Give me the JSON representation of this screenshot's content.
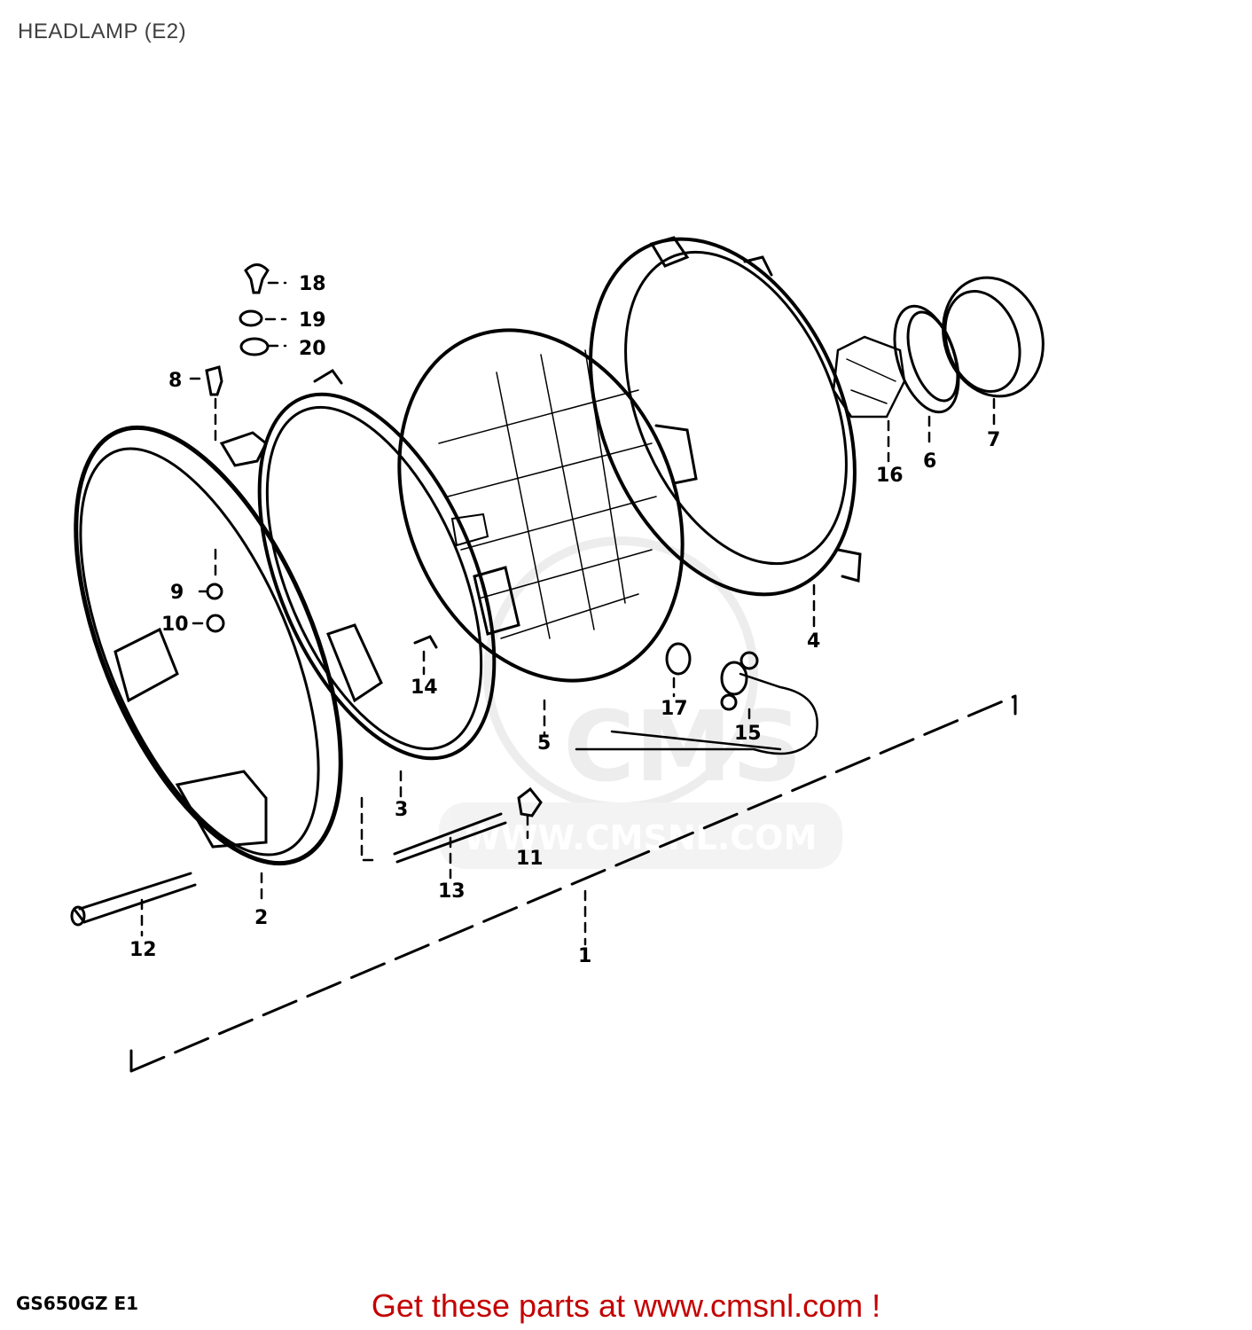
{
  "title": "HEADLAMP (E2)",
  "watermark": "WWW.CMSNL.COM",
  "watermark_logo_text": "CMS",
  "model_code": "GS650GZ E1",
  "footer": "Get these parts at www.cmsnl.com !",
  "colors": {
    "footer_text": "#c40000",
    "line_art": "#000000",
    "watermark": "#d0d0d0"
  },
  "callouts": [
    {
      "number": "1"
    },
    {
      "number": "2"
    },
    {
      "number": "3"
    },
    {
      "number": "4"
    },
    {
      "number": "5"
    },
    {
      "number": "6"
    },
    {
      "number": "7"
    },
    {
      "number": "8"
    },
    {
      "number": "9"
    },
    {
      "number": "10"
    },
    {
      "number": "11"
    },
    {
      "number": "12"
    },
    {
      "number": "13"
    },
    {
      "number": "14"
    },
    {
      "number": "15"
    },
    {
      "number": "16"
    },
    {
      "number": "17"
    },
    {
      "number": "18"
    },
    {
      "number": "19"
    },
    {
      "number": "20"
    }
  ]
}
